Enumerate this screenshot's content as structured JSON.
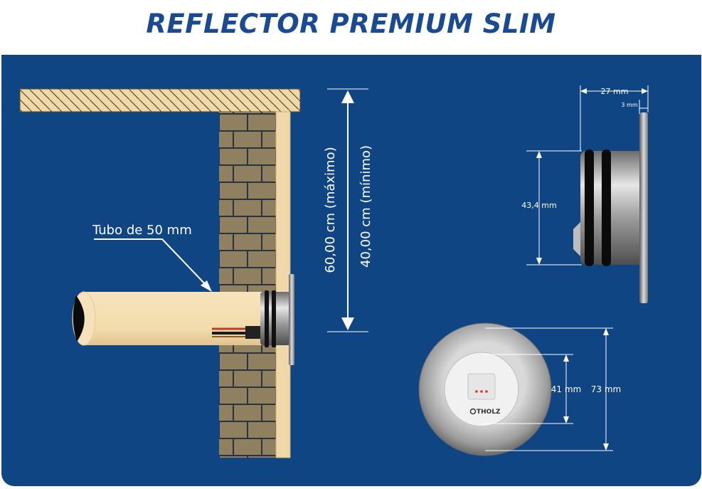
{
  "title": "REFLECTOR PREMIUM SLIM",
  "colors": {
    "title": "#1a4a91",
    "background": "#0f4583",
    "wall_brick": "#8f8060",
    "wall_mortar": "#2b3340",
    "pipe": "#f4deb2",
    "steel": "#b8b8b8",
    "dimension": "#ffffff"
  },
  "installation": {
    "tube_label": "Tubo de 50 mm",
    "max_depth": "60,00 cm  (máximo)",
    "min_depth": "40,00 cm  (mínimo)"
  },
  "side_view": {
    "depth": "27 mm",
    "flange": "3 mm",
    "body_height": "43,4 mm"
  },
  "front_view": {
    "lens": "41 mm",
    "outer": "73 mm",
    "brand": "THOLZ"
  }
}
